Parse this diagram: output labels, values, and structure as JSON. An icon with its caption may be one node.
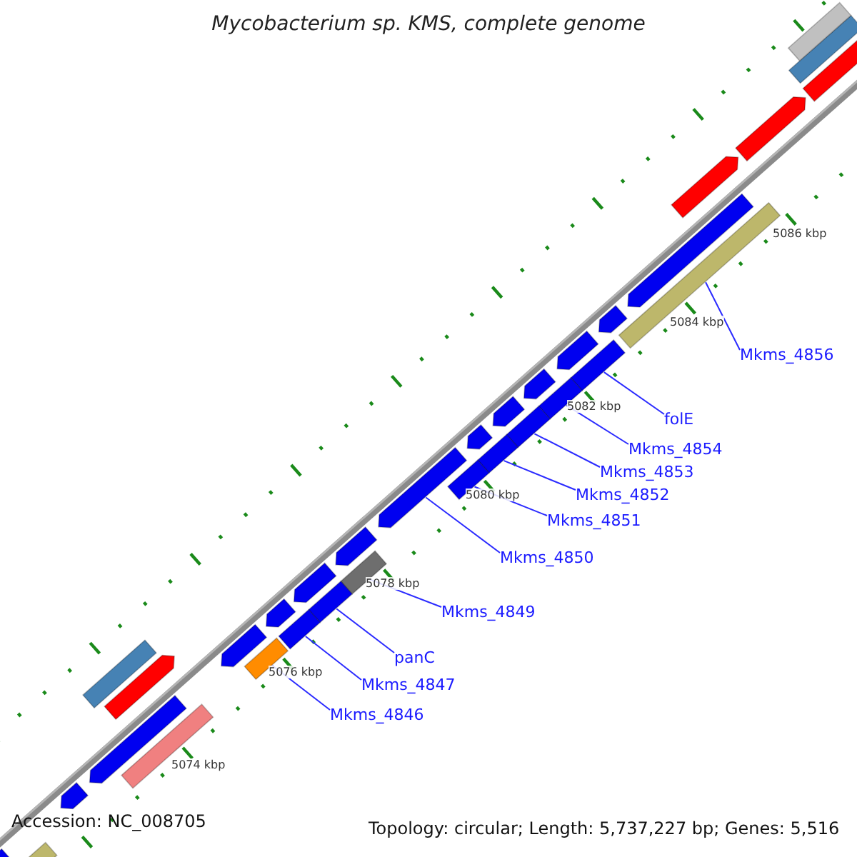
{
  "diagram": {
    "title": "Mycobacterium sp. KMS, complete genome",
    "nodes": [
      {
        "text": [
          "Mkms_4856"
        ]
      },
      {
        "text": [
          "folE"
        ]
      },
      {
        "text": [
          "Mkms_4854"
        ]
      },
      {
        "text": [
          "Mkms_4853"
        ]
      },
      {
        "text": [
          "Mkms_4852"
        ]
      },
      {
        "text": [
          "Mkms_4851"
        ]
      },
      {
        "text": [
          "Mkms_4850"
        ]
      },
      {
        "text": [
          "Mkms_4849"
        ]
      },
      {
        "text": [
          "panC"
        ]
      },
      {
        "text": [
          "Mkms_4847"
        ]
      },
      {
        "text": [
          "Mkms_4846"
        ]
      },
      {
        "text": [],
        "shape": "bar"
      },
      {
        "text": [],
        "shape": "bar"
      },
      {
        "text": [],
        "shape": "bar"
      },
      {
        "text": [],
        "shape": "bar"
      },
      {
        "text": [],
        "shape": "bar"
      },
      {
        "text": [],
        "shape": "bar"
      },
      {
        "text": [],
        "shape": "bar"
      },
      {
        "text": [],
        "shape": "bar"
      },
      {
        "text": [],
        "shape": "bar"
      },
      {
        "text": [],
        "shape": "bar"
      },
      {
        "text": [],
        "shape": "bar"
      },
      {
        "text": [],
        "shape": "bar"
      },
      {
        "text": [],
        "shape": "bar"
      },
      {
        "text": [],
        "shape": "bar"
      },
      {
        "text": [],
        "shape": "bar"
      },
      {
        "text": [],
        "shape": "bar"
      },
      {
        "text": [],
        "shape": "bar"
      },
      {
        "text": [],
        "shape": "bar"
      },
      {
        "text": [],
        "shape": "bar"
      },
      {
        "text": [],
        "shape": "bar"
      },
      {
        "text": [],
        "shape": "bar"
      },
      {
        "text": [],
        "shape": "bar"
      },
      {
        "text": [],
        "shape": "bar"
      },
      {
        "text": [],
        "shape": "bar"
      },
      {
        "text": [],
        "shape": "bar"
      },
      {
        "text": [],
        "shape": "bar"
      },
      {
        "text": [],
        "shape": "bar"
      },
      {
        "text": [],
        "shape": "bar"
      },
      {
        "text": [],
        "shape": "bar"
      },
      {
        "text": [],
        "shape": "bar"
      },
      {
        "text": [],
        "shape": "bar"
      },
      {
        "text": [],
        "shape": "bar"
      },
      {
        "text": [],
        "shape": "bar"
      }
    ],
    "edges": [
      {
        "from": 0,
        "to": 11,
        "arrow": "none"
      },
      {
        "from": 1,
        "to": 12,
        "arrow": "none"
      },
      {
        "from": 2,
        "to": 13,
        "arrow": "none"
      },
      {
        "from": 3,
        "to": 14,
        "arrow": "none"
      },
      {
        "from": 4,
        "to": 15,
        "arrow": "none"
      },
      {
        "from": 5,
        "to": 16,
        "arrow": "none"
      },
      {
        "from": 6,
        "to": 17,
        "arrow": "none"
      },
      {
        "from": 7,
        "to": 18,
        "arrow": "none"
      },
      {
        "from": 8,
        "to": 19,
        "arrow": "none"
      },
      {
        "from": 9,
        "to": 20,
        "arrow": "none"
      },
      {
        "from": 10,
        "to": 21,
        "arrow": "none"
      }
    ],
    "labels": [
      "5086 kbp",
      "5084 kbp",
      "5082 kbp",
      "5080 kbp",
      "5078 kbp",
      "5076 kbp",
      "5074 kbp",
      "Accession: NC_008705",
      "Topology: circular; Length: 5,737,227 bp; Genes: 5,516"
    ]
  }
}
